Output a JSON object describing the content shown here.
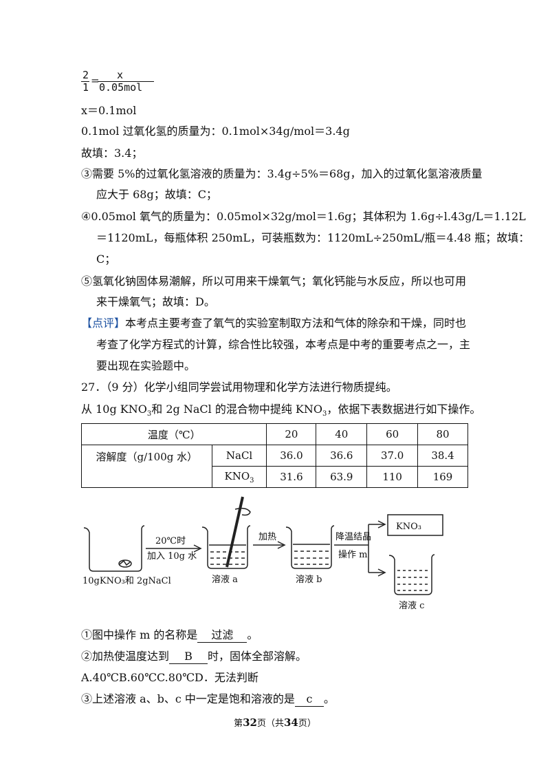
{
  "fraction": {
    "num1": "2",
    "den1": "1",
    "eq": "=",
    "num2": "x",
    "den2": "0.05mol"
  },
  "lines": [
    "x＝0.1mol",
    "0.1mol 过氧化氢的质量为：0.1mol×34g/mol＝3.4g",
    "故填：3.4；",
    "③需要 5%的过氧化氢溶液的质量为：3.4g÷5%＝68g，加入的过氧化氢溶液质量",
    "应大于 68g；故填：C；",
    "④0.05mol 氧气的质量为：0.05mol×32g/mol＝1.6g；其体积为 1.6g÷l.43g/L＝1.12L",
    "＝1120mL，每瓶体积 250mL，可装瓶数为：1120mL÷250mL/瓶＝4.48 瓶；故填：",
    "C；",
    "⑤氢氧化钠固体易潮解，所以可用来干燥氧气；氧化钙能与水反应，所以也可用",
    "来干燥氧气；故填：D。"
  ],
  "comment": {
    "tag": "【点评】",
    "line1": "本考点主要考查了氧气的实验室制取方法和气体的除杂和干燥，同时也",
    "line2": "考查了化学方程式的计算，综合性比较强，本考点是中考的重要考点之一，主",
    "line3": "要出现在实验题中。"
  },
  "question": {
    "title": "27．（9 分）化学小组同学尝试用物理和化学方法进行物质提纯。",
    "intro_a": "从 10g  KNO",
    "intro_b": "和 2g  NaCl 的混合物中提纯  KNO",
    "intro_c": "，依据下表数据进行如下操作。",
    "sub3": "3"
  },
  "table": {
    "temp_label": "温度（℃）",
    "temps": [
      "20",
      "40",
      "60",
      "80"
    ],
    "sol_label": "溶解度（g/100g 水）",
    "rows": [
      {
        "name": "NaCl",
        "values": [
          "36.0",
          "36.6",
          "37.0",
          "38.4"
        ]
      },
      {
        "name": "KNO",
        "sub": "3",
        "values": [
          "31.6",
          "63.9",
          "110",
          "169"
        ]
      }
    ]
  },
  "diagram": {
    "mix_label": "10gKNO₃和 2gNaCl",
    "step1_top": "20℃时",
    "step1_bottom": "加入 10g 水",
    "sol_a": "溶液 a",
    "heat": "加热",
    "sol_b": "溶液 b",
    "step3_top": "降温结晶",
    "step3_bottom": "操作 m",
    "product": "KNO₃",
    "sol_c": "溶液 c"
  },
  "answers": {
    "q1_pre": "①图中操作 m 的名称是",
    "q1_ans": "过滤",
    "q1_post": "。",
    "q2_pre": "②加热使温度达到",
    "q2_ans": "B",
    "q2_post": "时，固体全部溶解。",
    "options": "A.40℃B.60℃C.80℃D．无法判断",
    "q3_pre": "③上述溶液 a、b、c 中一定是饱和溶液的是",
    "q3_ans": "c",
    "q3_post": "。"
  },
  "footer": {
    "pre": "第",
    "page": "32",
    "mid": "页（共",
    "total": "34",
    "post": "页）"
  }
}
